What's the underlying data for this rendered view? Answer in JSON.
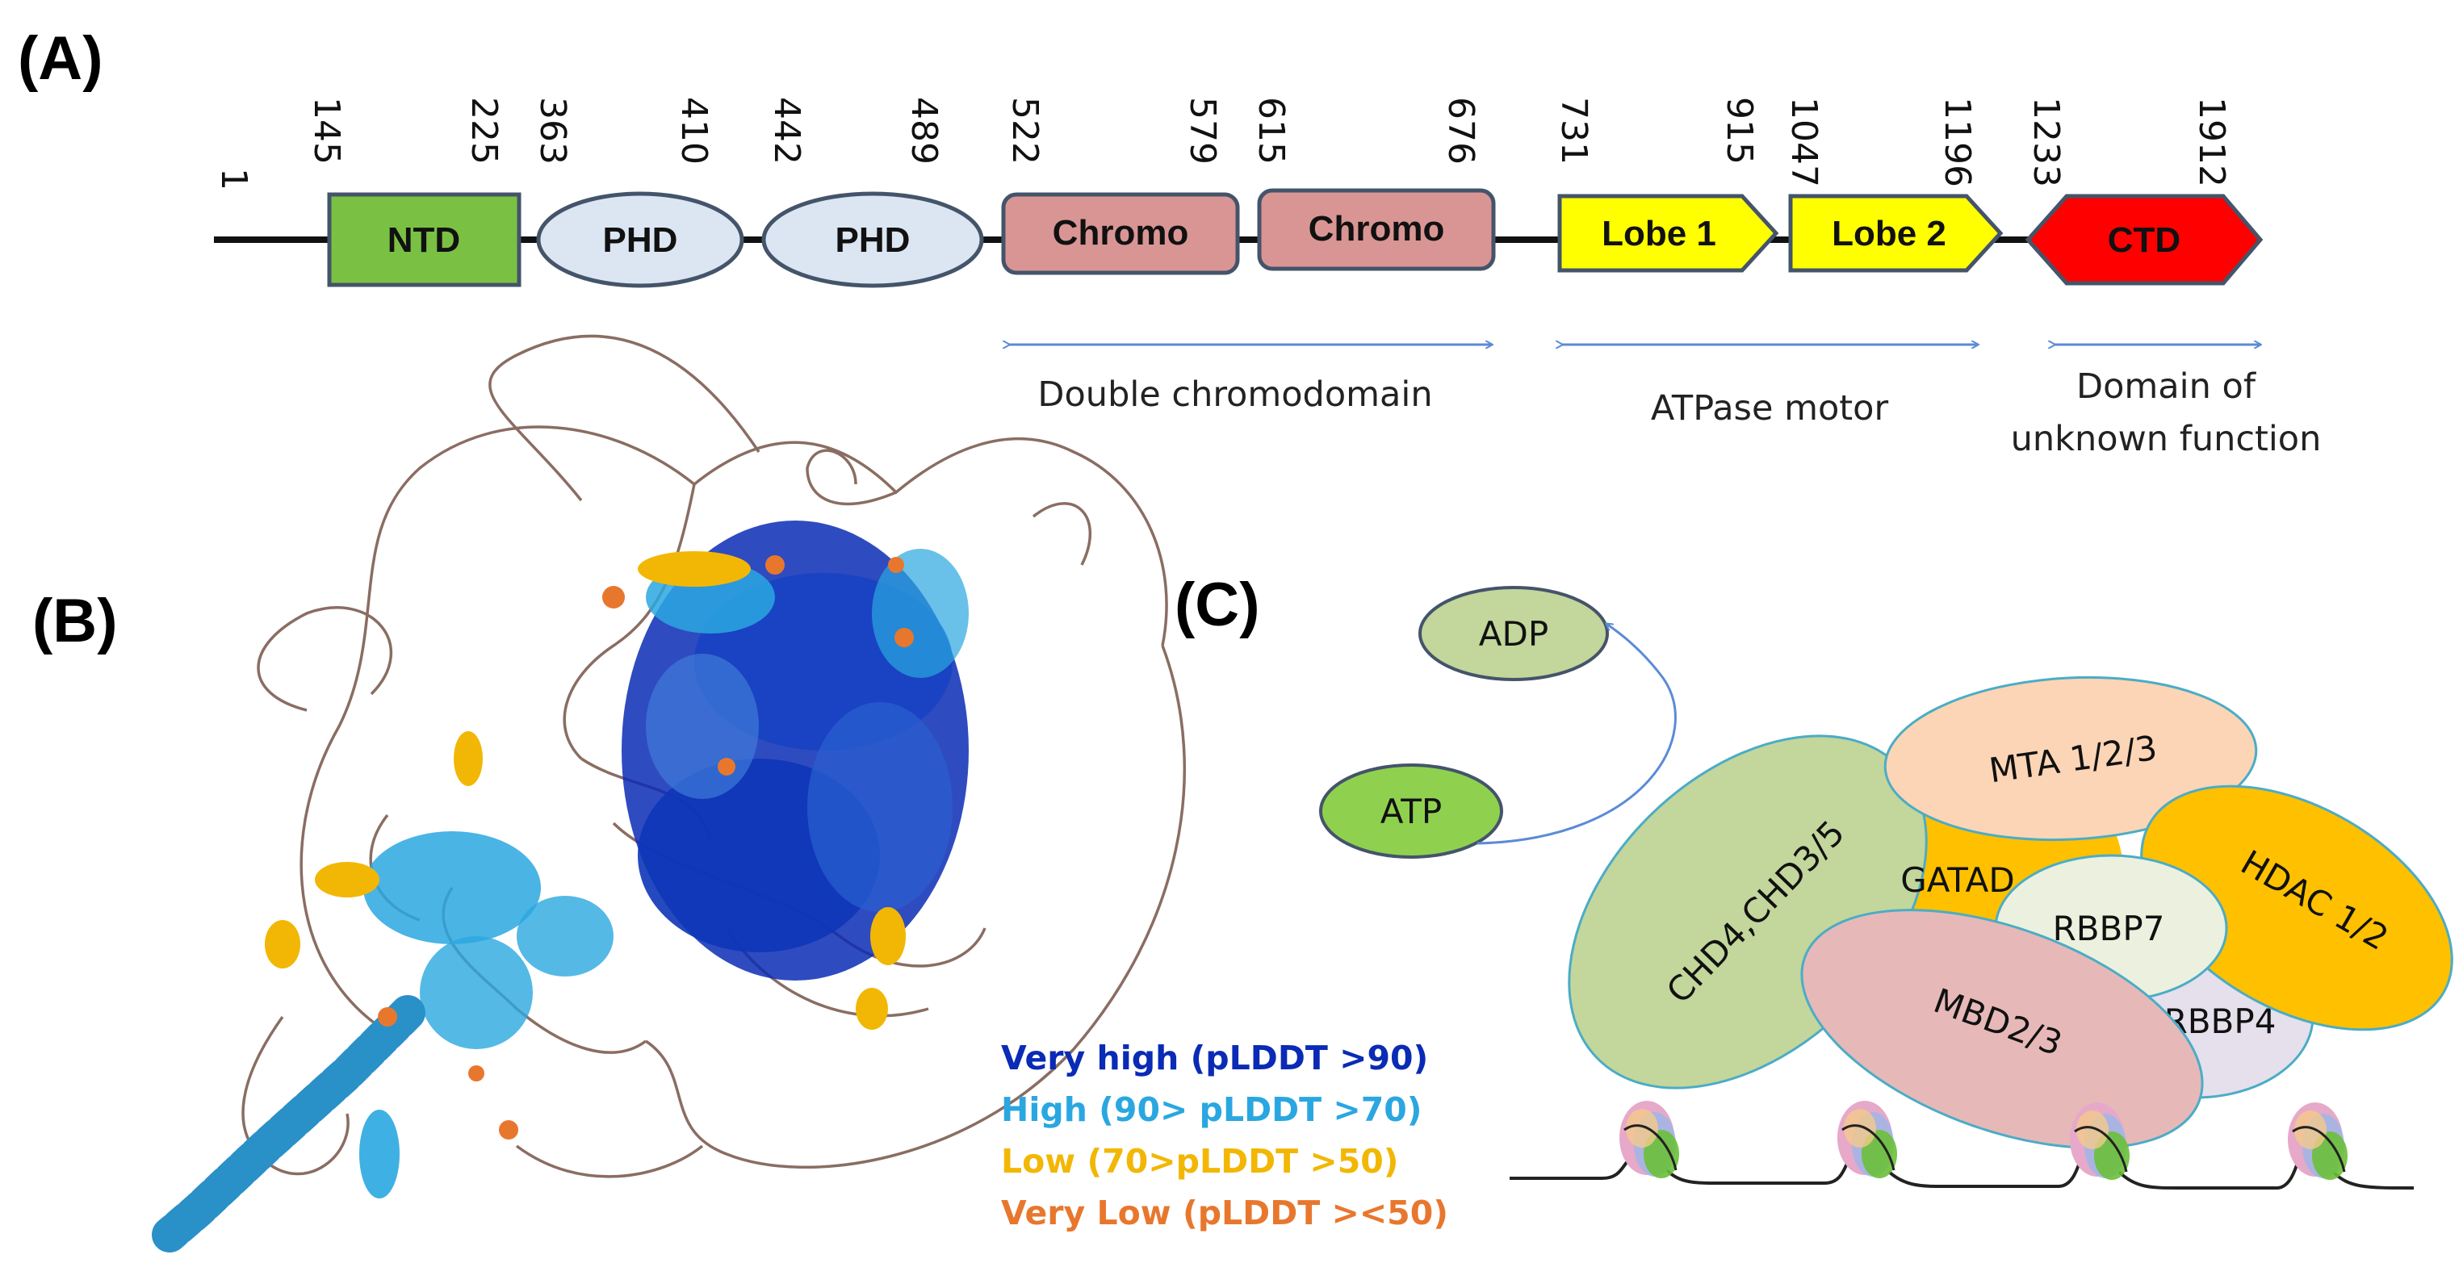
{
  "panels": {
    "a": "(A)",
    "b": "(B)",
    "c": "(C)"
  },
  "domain_map": {
    "start_label": "1",
    "positions": [
      "145",
      "225",
      "363",
      "410",
      "442",
      "489",
      "522",
      "579",
      "615",
      "676",
      "731",
      "915",
      "1047",
      "1196",
      "1233",
      "1912"
    ],
    "domains": [
      {
        "label": "NTD",
        "color": "#7ac143"
      },
      {
        "label": "PHD",
        "color": "#dce6f2"
      },
      {
        "label": "PHD",
        "color": "#dce6f2"
      },
      {
        "label": "Chromo",
        "color": "#d99594"
      },
      {
        "label": "Chromo",
        "color": "#d99594"
      },
      {
        "label": "Lobe 1",
        "color": "#ffff00"
      },
      {
        "label": "Lobe 2",
        "color": "#ffff00"
      },
      {
        "label": "CTD",
        "color": "#ff0000"
      }
    ],
    "annotations": {
      "double_chromo": "Double chromodomain",
      "atpase": "ATPase motor",
      "duf_line1": "Domain of",
      "duf_line2": "unknown function"
    }
  },
  "legend": [
    {
      "text": "Very high (pLDDT >90)",
      "color": "#0a2bb5"
    },
    {
      "text": "High (90> pLDDT >70)",
      "color": "#2aa7e0"
    },
    {
      "text": "Low (70>pLDDT >50)",
      "color": "#f2b705"
    },
    {
      "text": "Very Low (pLDDT ><50)",
      "color": "#e8772e"
    }
  ],
  "complex": {
    "adp": "ADP",
    "atp": "ATP",
    "chd": "CHD4,CHD3/5",
    "mta": "MTA  1/2/3",
    "gatad": "GATAD",
    "hdac": "HDAC 1/2",
    "rbbp7": "RBBP7",
    "rbbp4": "RBBP4",
    "mbd": "MBD2/3",
    "colors": {
      "atp": "#8fd14f",
      "adp": "#c3d69b",
      "chd": "#c3d69b",
      "mta": "#fbd5b5",
      "gatad": "#ffc000",
      "hdac": "#ffc000",
      "rbbp7": "#ebf1de",
      "rbbp4": "#e5e0ec",
      "mbd": "#e6b9b8"
    }
  }
}
